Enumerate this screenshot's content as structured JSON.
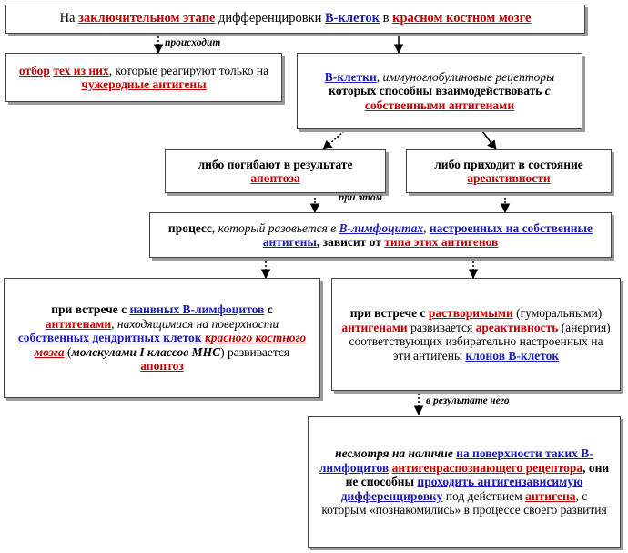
{
  "b1": {
    "s1": "На ",
    "s2": "заключительном этапе",
    "s3": " дифференцировки ",
    "s4": "В-клеток",
    "s5": " в ",
    "s6": "красном костном мозге"
  },
  "lbl_occurs": "происходит",
  "b2": {
    "s1": "отбор",
    "s2": " ",
    "s3": "тех из них",
    "s4": ", которые реагируют только на ",
    "s5": "чужеродные антигены"
  },
  "b3": {
    "s1": "В-клетки",
    "s2": ", ",
    "s3": "иммуноглобулиновые рецепторы",
    "s4": " которых способны взаимодействовать ",
    "s5": "с",
    "s6": " ",
    "s7": "собственными антигенами"
  },
  "b4": {
    "s1": "либо погибают в результате ",
    "s2": "апоптоза"
  },
  "b5": {
    "s1": "либо приходит в состояние ",
    "s2": "ареактивности"
  },
  "lbl_meanwhile": "при этом",
  "b6": {
    "s1": "процесс",
    "s2": ", ",
    "s3": "который разовьется в",
    "s4": " ",
    "s5": "В-лимфоцитах",
    "s6": ", ",
    "s7": "настроенных на собственные антигены",
    "s8": ", зависит от ",
    "s9": "типа этих антигенов"
  },
  "b7": {
    "s1": "при встрече с ",
    "s2": "наивных В-лимфоцитов",
    "s3": " с ",
    "s4": "антигенами",
    "s5": ", ",
    "s6": "находящимися на поверхности",
    "s7": "  ",
    "s8": "собственных дендритных клеток",
    "s9": " ",
    "s10": "красного костного мозга",
    "s11": " (",
    "s12": "молекулами I классов MHC",
    "s13": ") развивается ",
    "s14": "апоптоз"
  },
  "b8": {
    "s1": "при встрече с ",
    "s2": "растворимыми",
    "s3": " (гуморальными) ",
    "s4": "антигенами",
    "s5": " развивается ",
    "s6": "ареактивность",
    "s7": " (анергия) соответствующих избирательно настроенных на эти антигены ",
    "s8": "клонов В-клеток"
  },
  "lbl_result": "в результате чего",
  "b9": {
    "s1": "несмотря на наличие",
    "s2": " ",
    "s3": "на поверхности таких В-лимфоцитов",
    "s4": " ",
    "s5": "антигенраспознающего рецептора",
    "s6": ", они не способны ",
    "s7": "проходить антигензависимую дифференцировку",
    "s8": " под действием ",
    "s9": "антигена",
    "s10": ", с которым «познакомились» в процессе своего развития"
  }
}
